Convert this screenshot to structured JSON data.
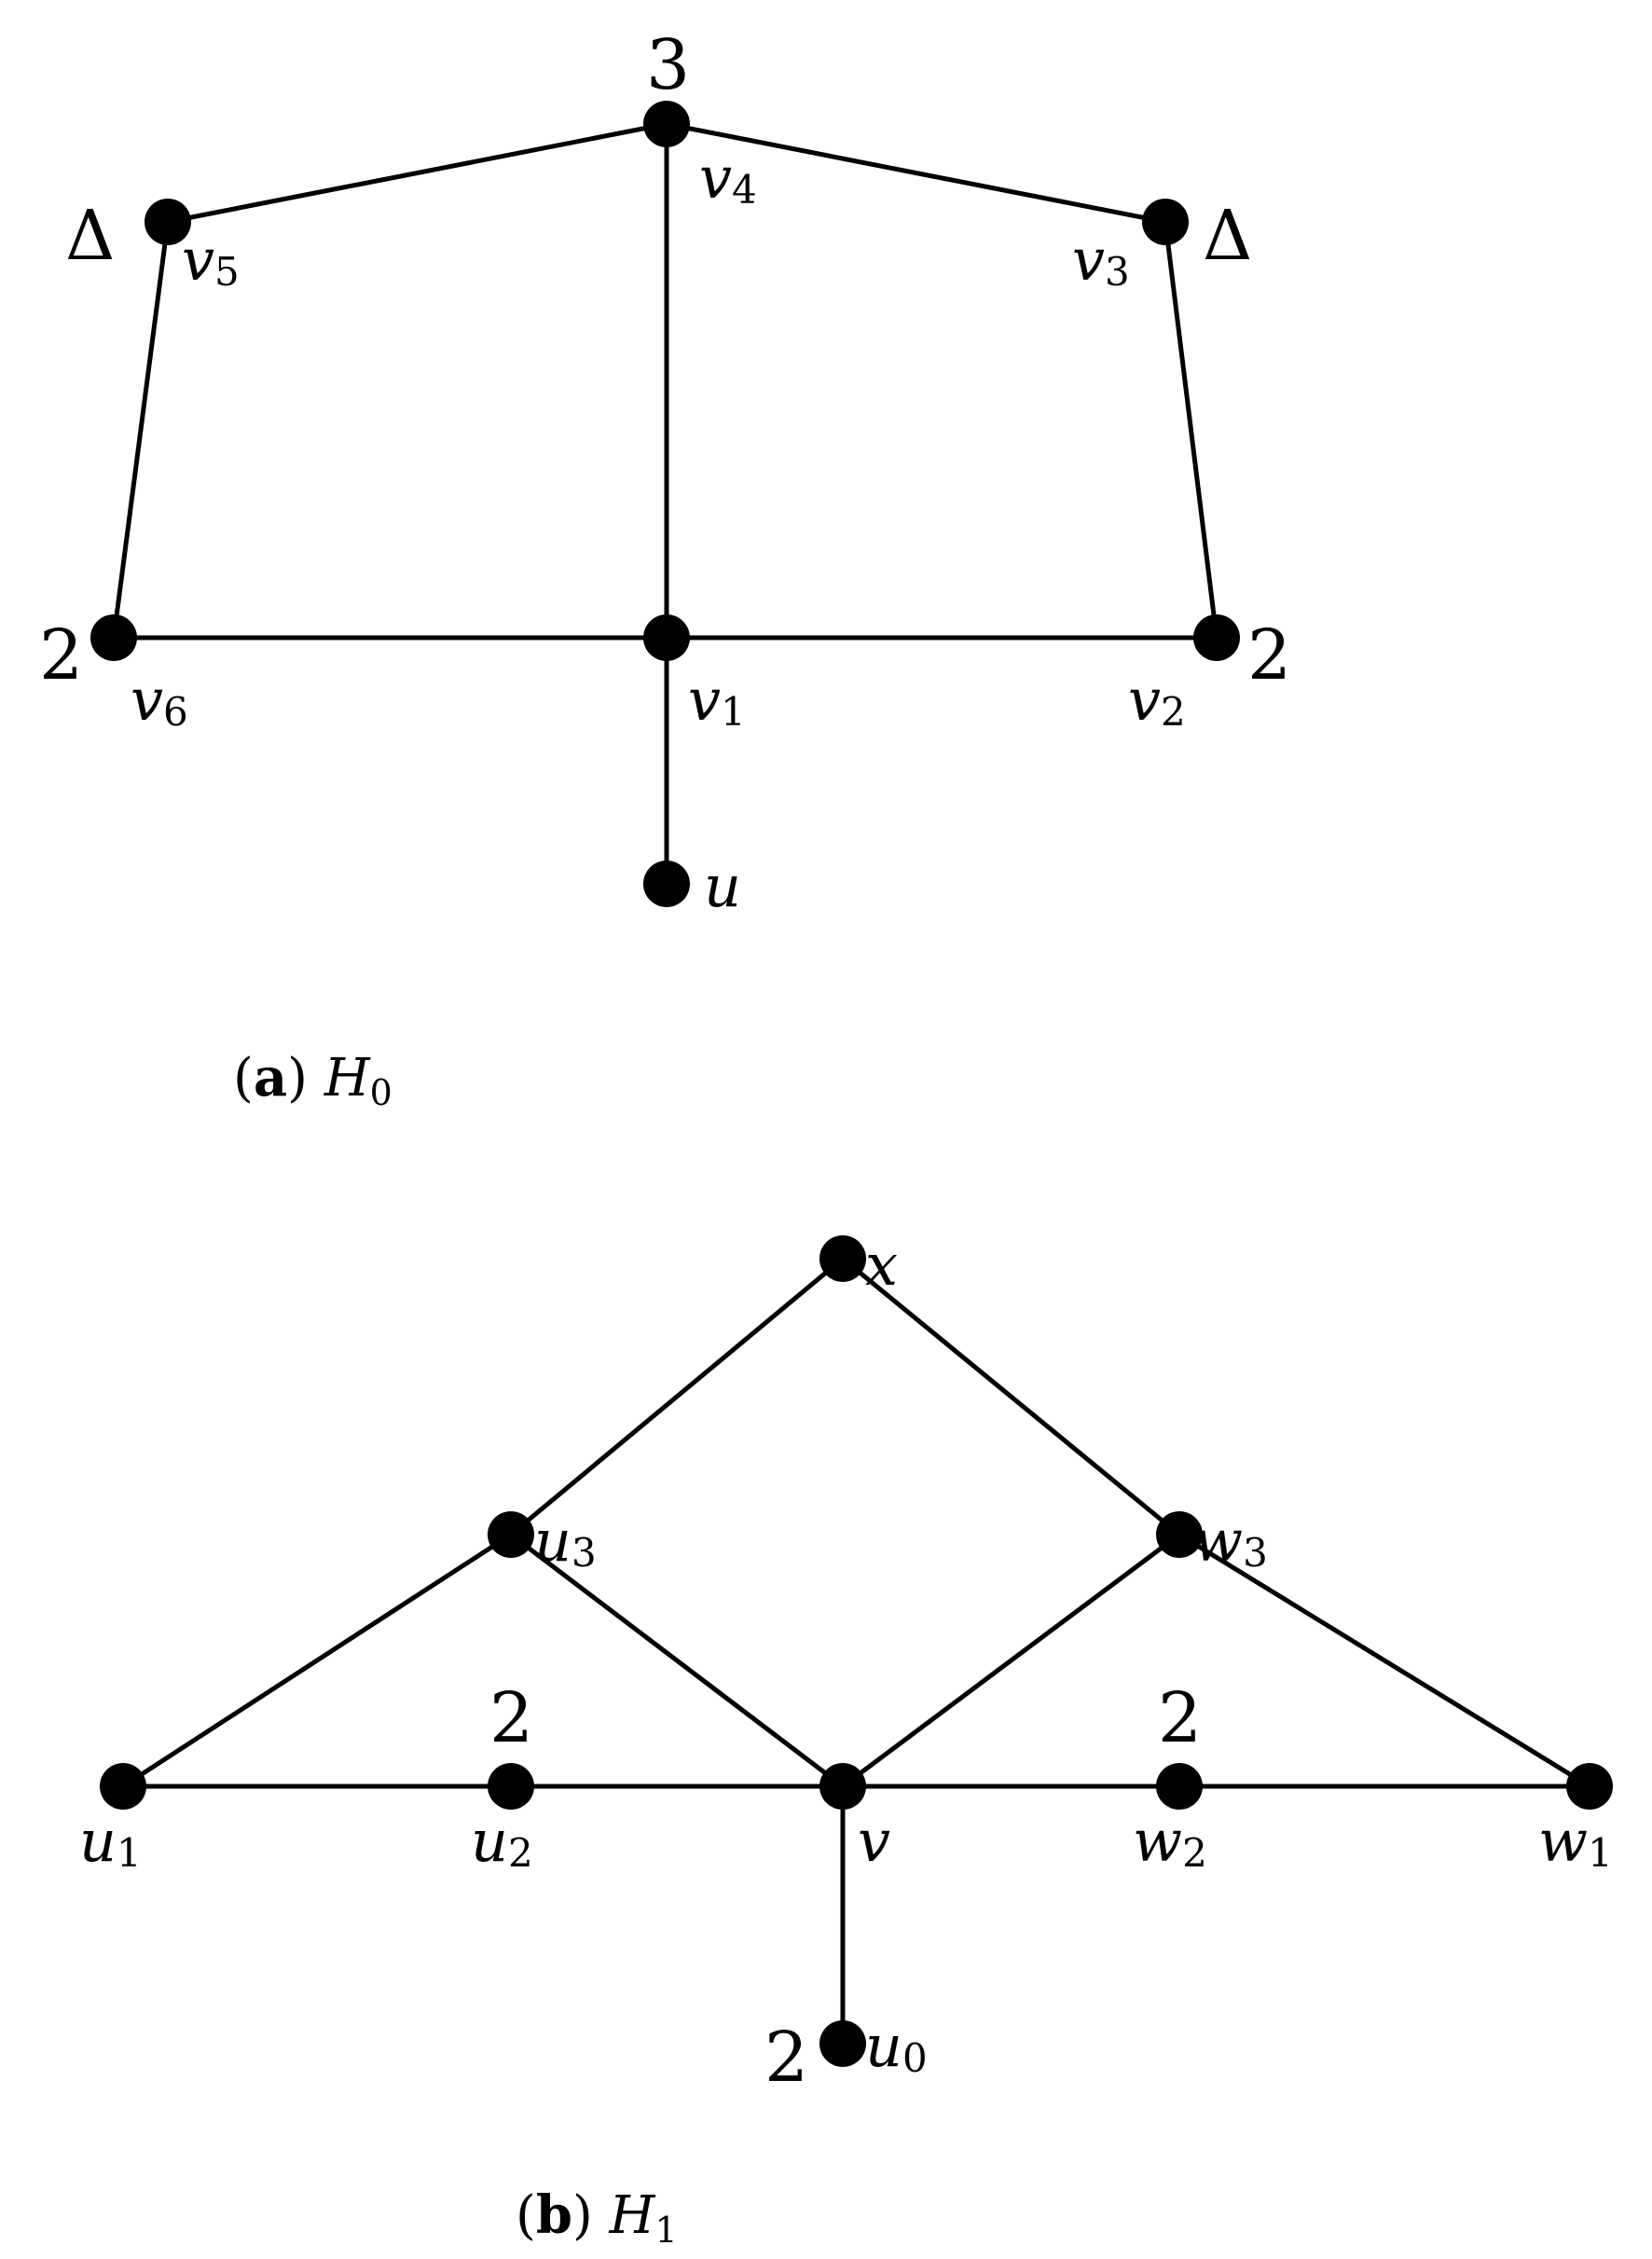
{
  "panels": [
    {
      "caption": {
        "letter": "a",
        "graph": "H",
        "sub": "0"
      },
      "edges": [
        [
          "v4",
          "v5"
        ],
        [
          "v4",
          "v3"
        ],
        [
          "v4",
          "v1"
        ],
        [
          "v5",
          "v6"
        ],
        [
          "v3",
          "v2"
        ],
        [
          "v6",
          "v1"
        ],
        [
          "v1",
          "v2"
        ],
        [
          "v1",
          "u"
        ]
      ],
      "vertices": [
        {
          "id": "v4",
          "label": "v",
          "sub": "4",
          "weight": "3"
        },
        {
          "id": "v5",
          "label": "v",
          "sub": "5",
          "weight": "Δ"
        },
        {
          "id": "v3",
          "label": "v",
          "sub": "3",
          "weight": "Δ"
        },
        {
          "id": "v6",
          "label": "v",
          "sub": "6",
          "weight": "2"
        },
        {
          "id": "v1",
          "label": "v",
          "sub": "1",
          "weight": ""
        },
        {
          "id": "v2",
          "label": "v",
          "sub": "2",
          "weight": "2"
        },
        {
          "id": "u",
          "label": "u",
          "sub": "",
          "weight": ""
        }
      ]
    },
    {
      "caption": {
        "letter": "b",
        "graph": "H",
        "sub": "1"
      },
      "edges": [
        [
          "x",
          "u3"
        ],
        [
          "x",
          "w3"
        ],
        [
          "u3",
          "u1"
        ],
        [
          "u3",
          "v"
        ],
        [
          "w3",
          "v"
        ],
        [
          "w3",
          "w1"
        ],
        [
          "u1",
          "u2"
        ],
        [
          "u2",
          "v"
        ],
        [
          "v",
          "w2"
        ],
        [
          "w2",
          "w1"
        ],
        [
          "v",
          "u0"
        ]
      ],
      "vertices": [
        {
          "id": "x",
          "label": "x",
          "sub": "",
          "weight": ""
        },
        {
          "id": "u3",
          "label": "u",
          "sub": "3",
          "weight": ""
        },
        {
          "id": "w3",
          "label": "w",
          "sub": "3",
          "weight": ""
        },
        {
          "id": "u1",
          "label": "u",
          "sub": "1",
          "weight": ""
        },
        {
          "id": "u2",
          "label": "u",
          "sub": "2",
          "weight": "2"
        },
        {
          "id": "v",
          "label": "v",
          "sub": "",
          "weight": ""
        },
        {
          "id": "w2",
          "label": "w",
          "sub": "2",
          "weight": "2"
        },
        {
          "id": "w1",
          "label": "w",
          "sub": "1",
          "weight": ""
        },
        {
          "id": "u0",
          "label": "u",
          "sub": "0",
          "weight": "2"
        }
      ]
    }
  ]
}
